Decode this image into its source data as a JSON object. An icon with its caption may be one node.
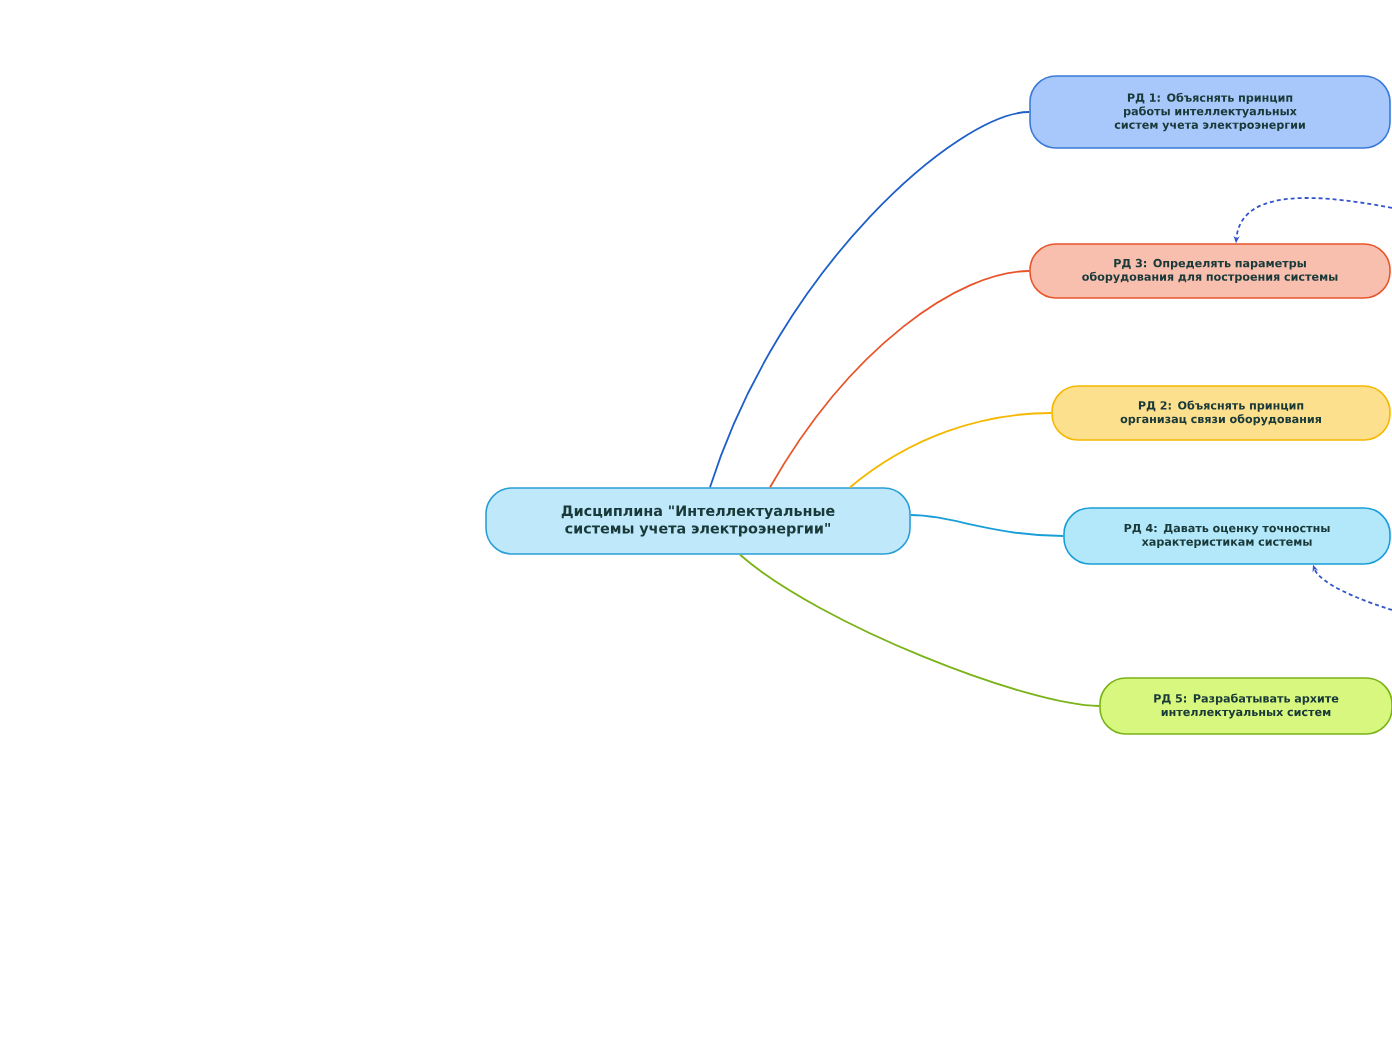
{
  "diagram": {
    "nodes": [
      {
        "text": [
          "Дисциплина \"Интеллектуальные системы учета электроэнергии\""
        ]
      },
      {
        "text": [
          "РД 1: Объяснять принцип работы интеллектуальных систем учета электроэнергии"
        ]
      },
      {
        "text": [
          "РД 3: Определять параметры оборудования для построения системы"
        ]
      },
      {
        "text": [
          "РД 2: Объяснять принцип организац связи оборудования"
        ]
      },
      {
        "text": [
          "РД 4: Давать оценку точностны характеристикам системы"
        ]
      },
      {
        "text": [
          "РД 5: Разрабатывать архите интеллектуальных систем"
        ]
      }
    ],
    "edges": [
      {
        "from": 0,
        "to": 1,
        "arrow": "none",
        "color": "#1f5fc8"
      },
      {
        "from": 0,
        "to": 2,
        "arrow": "none",
        "color": "#e8552a"
      },
      {
        "from": 0,
        "to": 3,
        "arrow": "none",
        "color": "#f5b800"
      },
      {
        "from": 0,
        "to": 4,
        "arrow": "none",
        "color": "#1a9ed8"
      },
      {
        "from": 0,
        "to": 5,
        "arrow": "none",
        "color": "#7ab317"
      },
      {
        "from": null,
        "to": 2,
        "arrow": "to",
        "style": "dashed",
        "color": "#3355cc"
      },
      {
        "from": null,
        "to": 4,
        "arrow": "to",
        "style": "dashed",
        "color": "#3355cc"
      }
    ]
  }
}
